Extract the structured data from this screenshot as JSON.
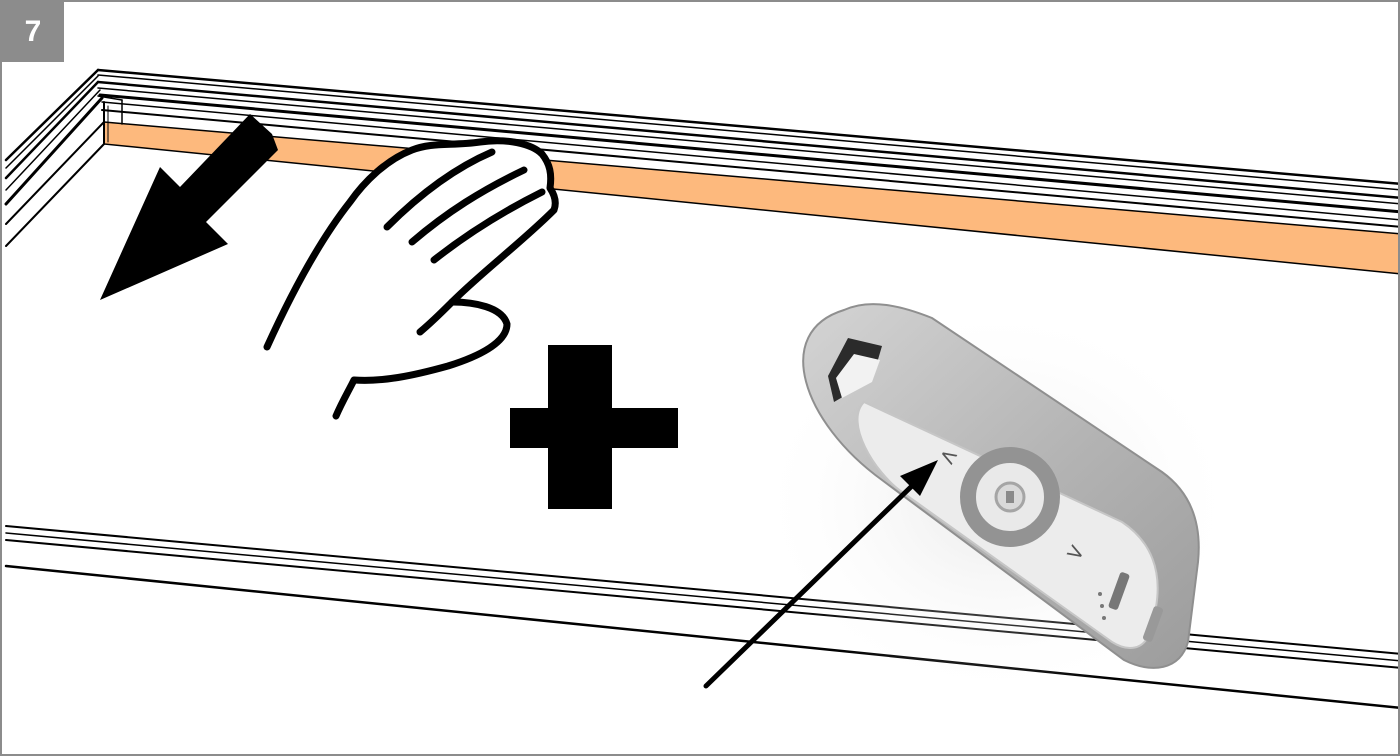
{
  "step": {
    "number": "7"
  },
  "colors": {
    "frame_border": "#8c8c8c",
    "badge_background": "#8c8c8c",
    "badge_text": "#ffffff",
    "rail_highlight": "#fdb97d",
    "line_art": "#000000",
    "remote_body": "#b9b9b9",
    "remote_face": "#e9e9e9",
    "remote_ring": "#8f8f8f"
  },
  "remote": {
    "buttons": [
      {
        "name": "prev-button",
        "glyph": "<"
      },
      {
        "name": "stop-button",
        "glyph": "■"
      },
      {
        "name": "next-button",
        "glyph": ">"
      }
    ]
  },
  "icons": [
    "hand-icon",
    "down-left-arrow-icon",
    "plus-icon",
    "pointer-arrow-icon",
    "remote-control-icon"
  ]
}
